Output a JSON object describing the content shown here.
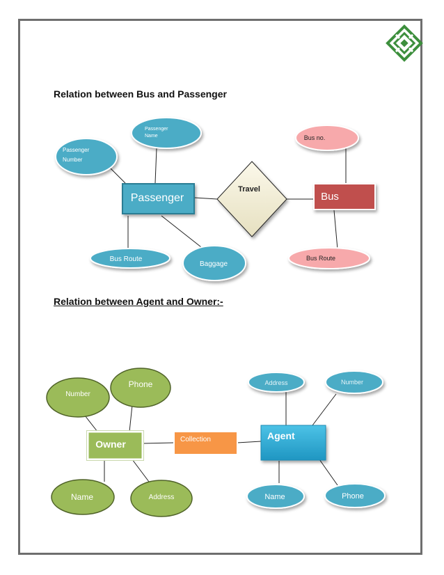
{
  "headings": {
    "bus_passenger": "Relation between  Bus and Passenger",
    "agent_owner": "Relation between Agent and Owner:-"
  },
  "diagram1": {
    "entities": {
      "passenger": "Passenger",
      "bus": "Bus"
    },
    "relationship": "Travel",
    "attributes": {
      "passenger_name": [
        "Passenger",
        "Name"
      ],
      "passenger_number": [
        "Passenger",
        "Number"
      ],
      "bus_route_passenger": "Bus Route",
      "baggage": "Baggage",
      "bus_no": "Bus no.",
      "bus_route_bus": "Bus Route"
    }
  },
  "diagram2": {
    "entities": {
      "owner": "Owner",
      "agent": "Agent"
    },
    "relationship": "Collection",
    "attributes": {
      "owner_number": "Number",
      "owner_phone": "Phone",
      "owner_name": "Name",
      "owner_address": "Address",
      "agent_address": "Address",
      "agent_number": "Number",
      "agent_name": "Name",
      "agent_phone": "Phone"
    }
  },
  "colors": {
    "blue_entity": "#4bacc6",
    "blue_attribute": "#4bacc6",
    "red_entity": "#c0504d",
    "pink_attribute": "#f7a9ab",
    "green": "#9bbb59",
    "orange": "#f79646",
    "agent_blue": "#31b0d5",
    "diamond": "#f3efd9"
  },
  "logo": "green-knot-logo"
}
